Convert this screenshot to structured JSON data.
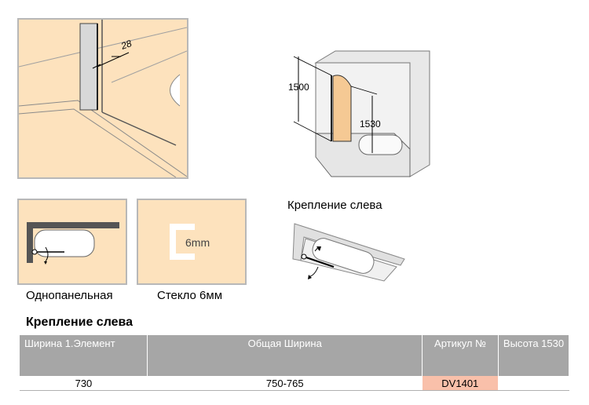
{
  "detail": {
    "dimension": "28"
  },
  "overview": {
    "height_a": "1500",
    "height_b": "1530"
  },
  "icons": [
    {
      "caption": "Однопанельная"
    },
    {
      "caption": "Стекло 6мм",
      "glass_label": "6mm"
    }
  ],
  "mount": {
    "caption": "Крепление слева"
  },
  "section_title": "Крепление слева",
  "table": {
    "headers": [
      "Ширина 1.Элемент",
      "Общая Ширина",
      "Артикул №",
      "Высота 1530"
    ],
    "rows": [
      [
        "730",
        "750-765",
        "DV1401",
        ""
      ]
    ]
  }
}
